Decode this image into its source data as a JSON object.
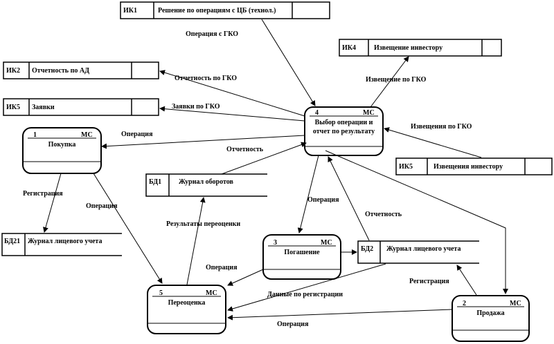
{
  "externals": [
    {
      "id": "ИК1",
      "title": "Решение по операциям с ЦБ (технол.)"
    },
    {
      "id": "ИК4",
      "title": "Извещение инвестору"
    },
    {
      "id": "ИК2",
      "title": "Отчетность по АД"
    },
    {
      "id": "ИК5",
      "title": "Заявки"
    },
    {
      "id": "ИК5",
      "title": "Извещения инвестору"
    }
  ],
  "stores": [
    {
      "id": "БД1",
      "title": "Журнал оборотов"
    },
    {
      "id": "БД21",
      "title": "Журнал лицевого учета"
    },
    {
      "id": "БД2",
      "title": "Журнал лицевого учета"
    }
  ],
  "processes": [
    {
      "num": "4",
      "tag": "МС",
      "title_line1": "Выбор операции и",
      "title_line2": "отчет по результату"
    },
    {
      "num": "1",
      "tag": "МС",
      "title_line1": "Покупка",
      "title_line2": ""
    },
    {
      "num": "3",
      "tag": "МС",
      "title_line1": "Погашение",
      "title_line2": ""
    },
    {
      "num": "5",
      "tag": "МС",
      "title_line1": "Переоценка",
      "title_line2": ""
    },
    {
      "num": "2",
      "tag": "МС",
      "title_line1": "Продажа",
      "title_line2": ""
    }
  ],
  "flows": {
    "op_gko": "Операция с ГКО",
    "report_gko": "Отчетность по ГКО",
    "zayavki_gko": "Заявки по ГКО",
    "notice_gko": "Извещение по ГКО",
    "notices_gko": "Извещения по ГКО",
    "operation": "Операция",
    "reporting": "Отчетность",
    "registration": "Регистрация",
    "operation2": "Операция",
    "reval_results": "Результаты переоценки",
    "operation3": "Операция",
    "reporting2": "Отчетность",
    "operation4": "Операция",
    "registration2": "Регистрация",
    "reg_data": "Данные по регистрации",
    "operation5": "Операция"
  }
}
